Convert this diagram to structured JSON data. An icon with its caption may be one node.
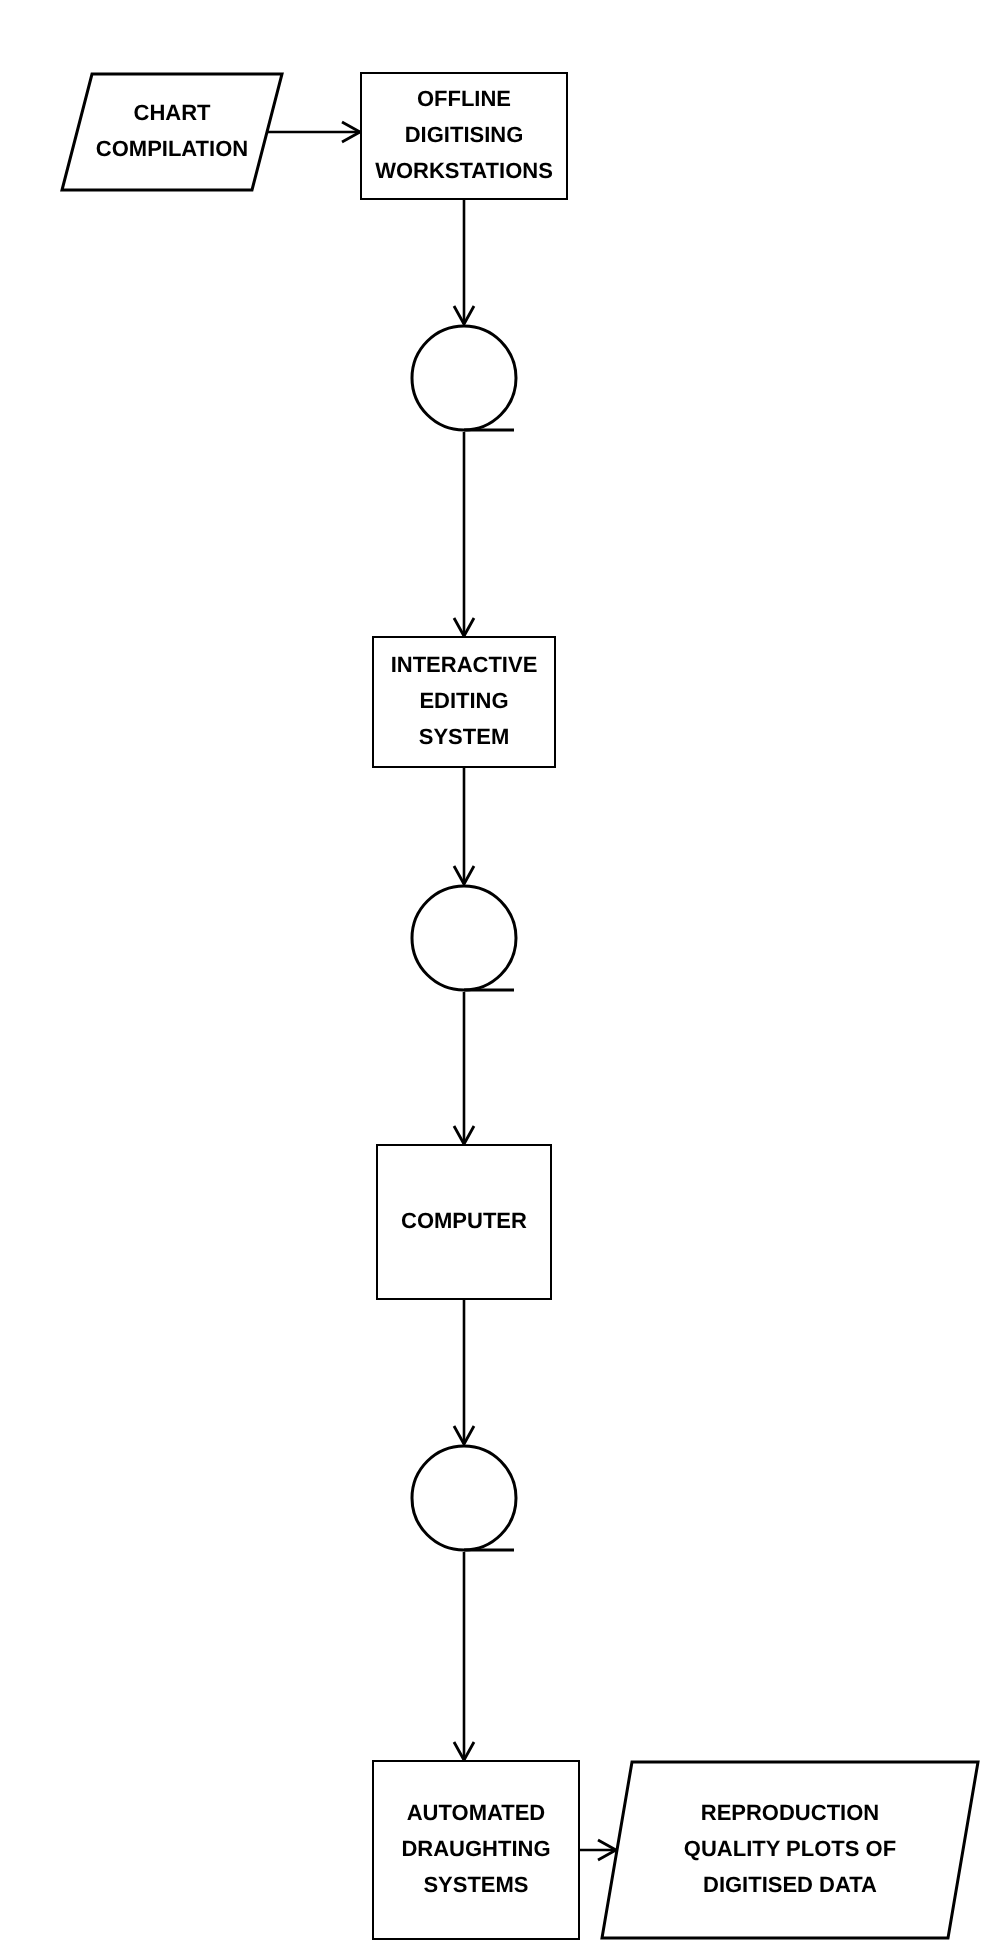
{
  "diagram": {
    "nodes": [
      {
        "text": [
          "CHART COMPILATION"
        ]
      },
      {
        "text": [
          "OFFLINE DIGITISING WORKSTATIONS"
        ]
      },
      {
        "text": [],
        "shape": "circle"
      },
      {
        "text": [
          "INTERACTIVE EDITING SYSTEM"
        ]
      },
      {
        "text": [],
        "shape": "circle"
      },
      {
        "text": [
          "COMPUTER"
        ]
      },
      {
        "text": [],
        "shape": "circle"
      },
      {
        "text": [
          "AUTOMATED DRAUGHTING SYSTEMS"
        ]
      },
      {
        "text": [
          "REPRODUCTION QUALITY PLOTS OF DIGITISED DATA"
        ]
      }
    ],
    "edges": [
      {
        "from": 0,
        "to": 1,
        "arrow": "to"
      },
      {
        "from": 1,
        "to": 2,
        "arrow": "to"
      },
      {
        "from": 2,
        "to": 3,
        "arrow": "to"
      },
      {
        "from": 3,
        "to": 4,
        "arrow": "to"
      },
      {
        "from": 4,
        "to": 5,
        "arrow": "to"
      },
      {
        "from": 5,
        "to": 6,
        "arrow": "to"
      },
      {
        "from": 6,
        "to": 7,
        "arrow": "to"
      },
      {
        "from": 7,
        "to": 8,
        "arrow": "to"
      }
    ]
  }
}
